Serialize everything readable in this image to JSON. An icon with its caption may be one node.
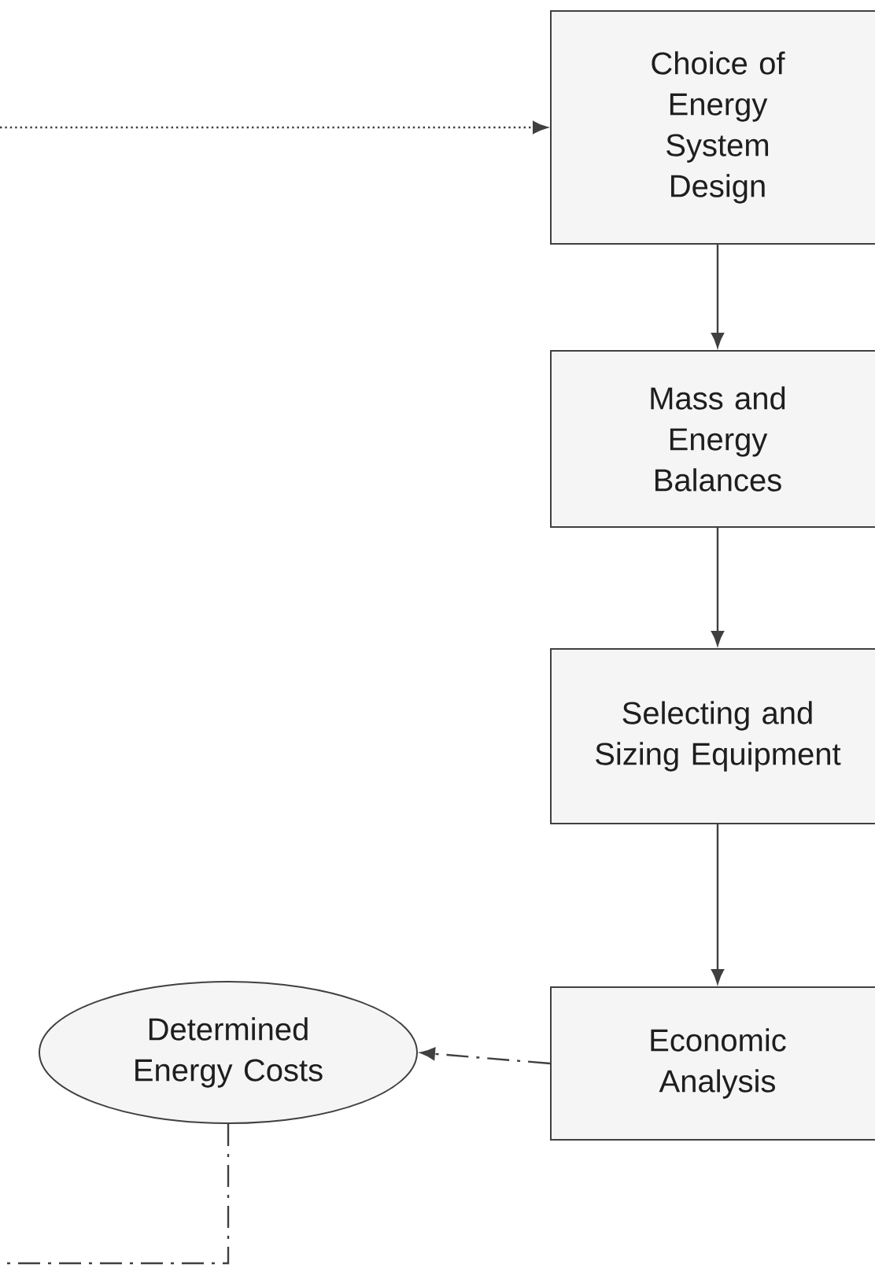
{
  "diagram": {
    "nodes": [
      {
        "text": [
          "Choice of Energy System Design"
        ]
      },
      {
        "text": [
          "Mass and Energy Balances"
        ]
      },
      {
        "text": [
          "Selecting and Sizing Equipment"
        ]
      },
      {
        "text": [
          "Economic Analysis"
        ]
      },
      {
        "text": [
          "Determined Energy Costs"
        ]
      }
    ],
    "edges": [
      {
        "from": null,
        "to": 0,
        "arrow": "to",
        "style": "dashed"
      },
      {
        "from": 0,
        "to": 1,
        "arrow": "to"
      },
      {
        "from": 1,
        "to": 2,
        "arrow": "to"
      },
      {
        "from": 2,
        "to": 3,
        "arrow": "to"
      },
      {
        "from": 3,
        "to": 4,
        "arrow": "to",
        "style": "dashed"
      },
      {
        "from": 4,
        "to": null,
        "arrow": "none",
        "style": "dashed"
      }
    ]
  }
}
